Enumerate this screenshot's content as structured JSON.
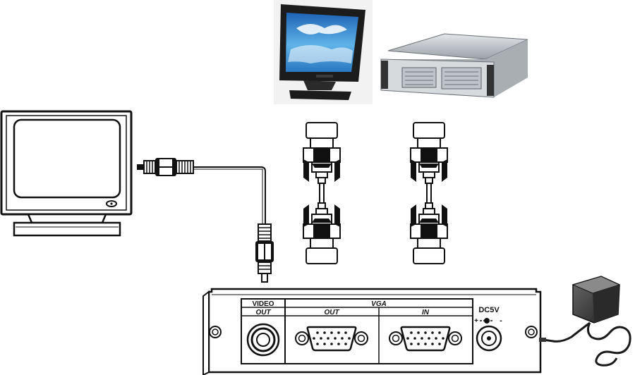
{
  "panel": {
    "video_header": "VIDEO",
    "video_out": "OUT",
    "vga_header": "VGA",
    "vga_out": "OUT",
    "vga_in": "IN",
    "dc_label": "DC5V",
    "polarity_plus": "+",
    "polarity_minus": "-"
  },
  "colors": {
    "outline": "#111111",
    "monitor_bezel": "#1c1c1c",
    "monitor_screen": "#3a8fd0",
    "server_body": "#bfc4c9",
    "adapter_body": "#3a3a3a",
    "panel_fill": "#ffffff"
  },
  "icons": [
    "crt-tv-icon",
    "lcd-monitor-icon",
    "rack-server-icon",
    "rca-plug-icon",
    "vga-cable-icon",
    "power-adapter-icon"
  ]
}
